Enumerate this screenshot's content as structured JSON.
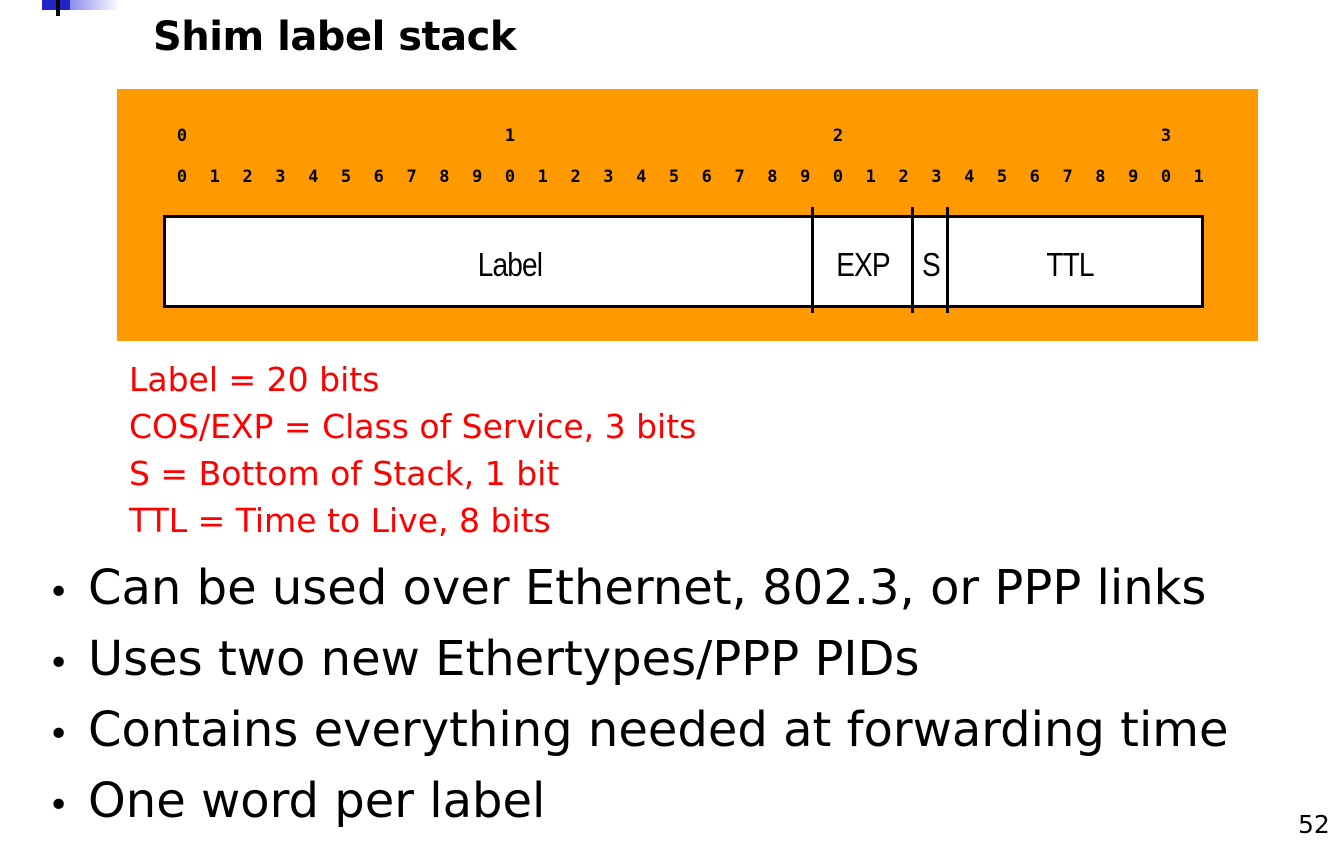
{
  "title": "Shim label stack",
  "diagram": {
    "tens_row": [
      "0",
      "1",
      "2",
      "3"
    ],
    "ones_row": [
      "0",
      "1",
      "2",
      "3",
      "4",
      "5",
      "6",
      "7",
      "8",
      "9",
      "0",
      "1",
      "2",
      "3",
      "4",
      "5",
      "6",
      "7",
      "8",
      "9",
      "0",
      "1",
      "2",
      "3",
      "4",
      "5",
      "6",
      "7",
      "8",
      "9",
      "0",
      "1"
    ],
    "fields": [
      {
        "name": "Label",
        "bits": 20
      },
      {
        "name": "EXP",
        "bits": 3
      },
      {
        "name": "S",
        "bits": 1
      },
      {
        "name": "TTL",
        "bits": 8
      }
    ],
    "colors": {
      "background": "#ff9900",
      "field_fill": "#ffffff",
      "border": "#000000"
    }
  },
  "notes": [
    "Label = 20 bits",
    "COS/EXP = Class of Service, 3 bits",
    "S = Bottom of Stack, 1 bit",
    "TTL = Time to Live, 8 bits"
  ],
  "notes_color": "#ff0000",
  "bullets": [
    "Can be used over Ethernet, 802.3, or PPP links",
    "Uses two new Ethertypes/PPP PIDs",
    "Contains everything needed at forwarding time",
    "One word per label"
  ],
  "page_number": "52"
}
